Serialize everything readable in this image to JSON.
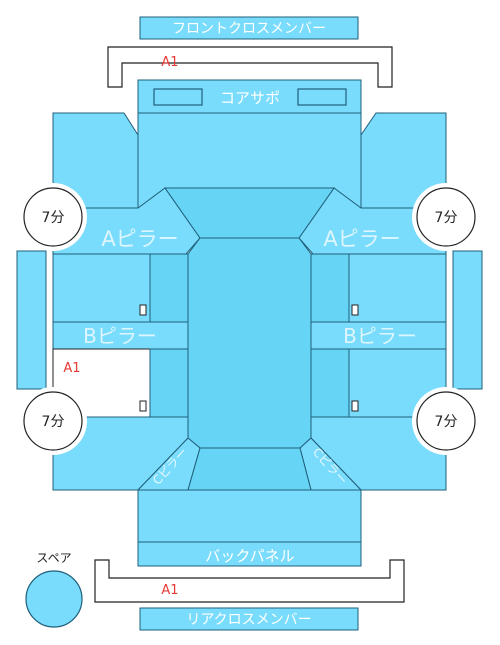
{
  "labels": {
    "front_cross_member": "フロントクロスメンバー",
    "core_support": "コアサポ",
    "a_pillar_left": "Aピラー",
    "a_pillar_right": "Aピラー",
    "b_pillar_left": "Bピラー",
    "b_pillar_right": "Bピラー",
    "back_panel": "バックパネル",
    "rear_cross_member": "リアクロスメンバー",
    "spare": "スペア",
    "c_pillar_left": "Cピラー",
    "c_pillar_right": "Cピラー"
  },
  "badges": {
    "front_left": "7分",
    "front_right": "7分",
    "rear_left": "7分",
    "rear_right": "7分"
  },
  "grades": {
    "front_cross_member": "A1",
    "left_rear_door": "A1",
    "rear_cross_member": "A1"
  },
  "colors": {
    "panel_fill": "#7adcfc",
    "panel_light": "#80defd",
    "cabin_fill": "#66d4f5",
    "stroke": "#1f5f7a",
    "label_text": "#ffffff",
    "grade_text": "#e53935",
    "undamaged_fill": "#ffffff"
  }
}
